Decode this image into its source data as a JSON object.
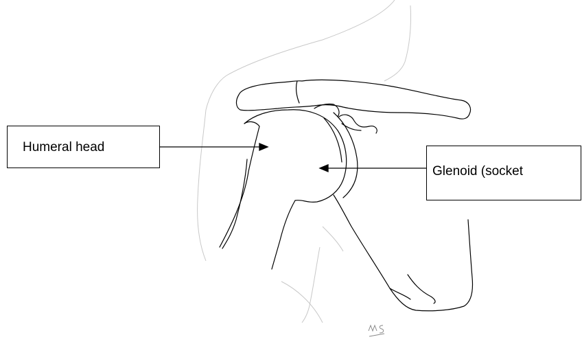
{
  "labels": {
    "humeral_head": "Humeral head",
    "glenoid": "Glenoid (socket"
  },
  "signature": "MS",
  "colors": {
    "outline": "#000000",
    "skin_outline": "#c8c8c8",
    "background": "#ffffff"
  }
}
